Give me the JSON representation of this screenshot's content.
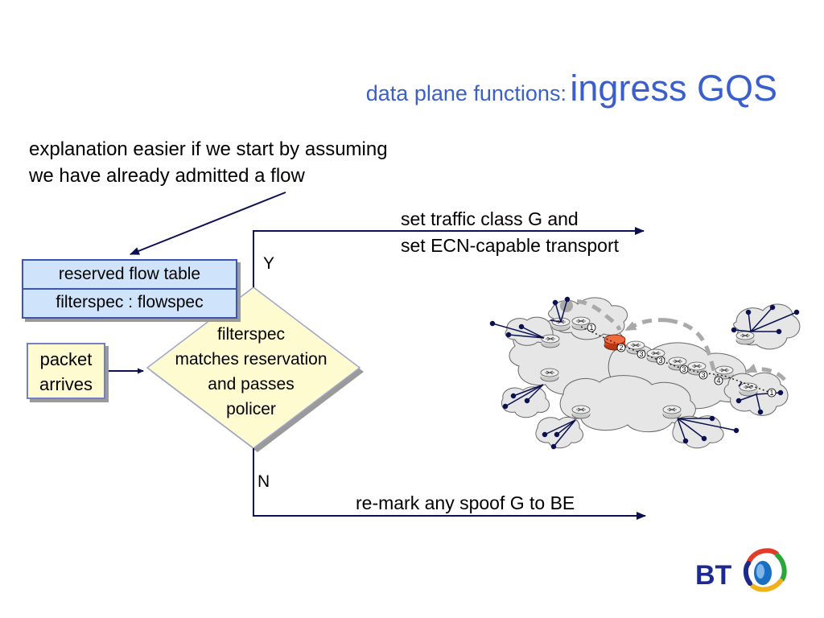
{
  "title": {
    "prefix": "data plane functions:",
    "main": "ingress GQS"
  },
  "note": {
    "line1": "explanation easier if we start by assuming",
    "line2": "we have already admitted a flow"
  },
  "reserved_table": {
    "header": "reserved flow table",
    "row": "filterspec : flowspec"
  },
  "packet_box": {
    "line1": "packet",
    "line2": "arrives"
  },
  "decision": {
    "line1": "filterspec",
    "line2": "matches reservation",
    "line3": "and passes",
    "line4": "policer"
  },
  "branch_yes": {
    "label": "Y",
    "action_line1": "set traffic class G and",
    "action_line2": "set ECN-capable transport"
  },
  "branch_no": {
    "label": "N",
    "action": "re-mark any spoof G to BE"
  },
  "network_numbers": [
    "1",
    "2",
    "3",
    "3",
    "3",
    "3",
    "4",
    "1"
  ],
  "logo": {
    "text": "BT"
  },
  "colors": {
    "title": "#3a5fcd",
    "table_fill": "#cfe4fa",
    "box_fill": "#fffbd0",
    "line": "#0a1050",
    "highlight_router": "#d9481e",
    "cloud": "#e6e6e6"
  }
}
